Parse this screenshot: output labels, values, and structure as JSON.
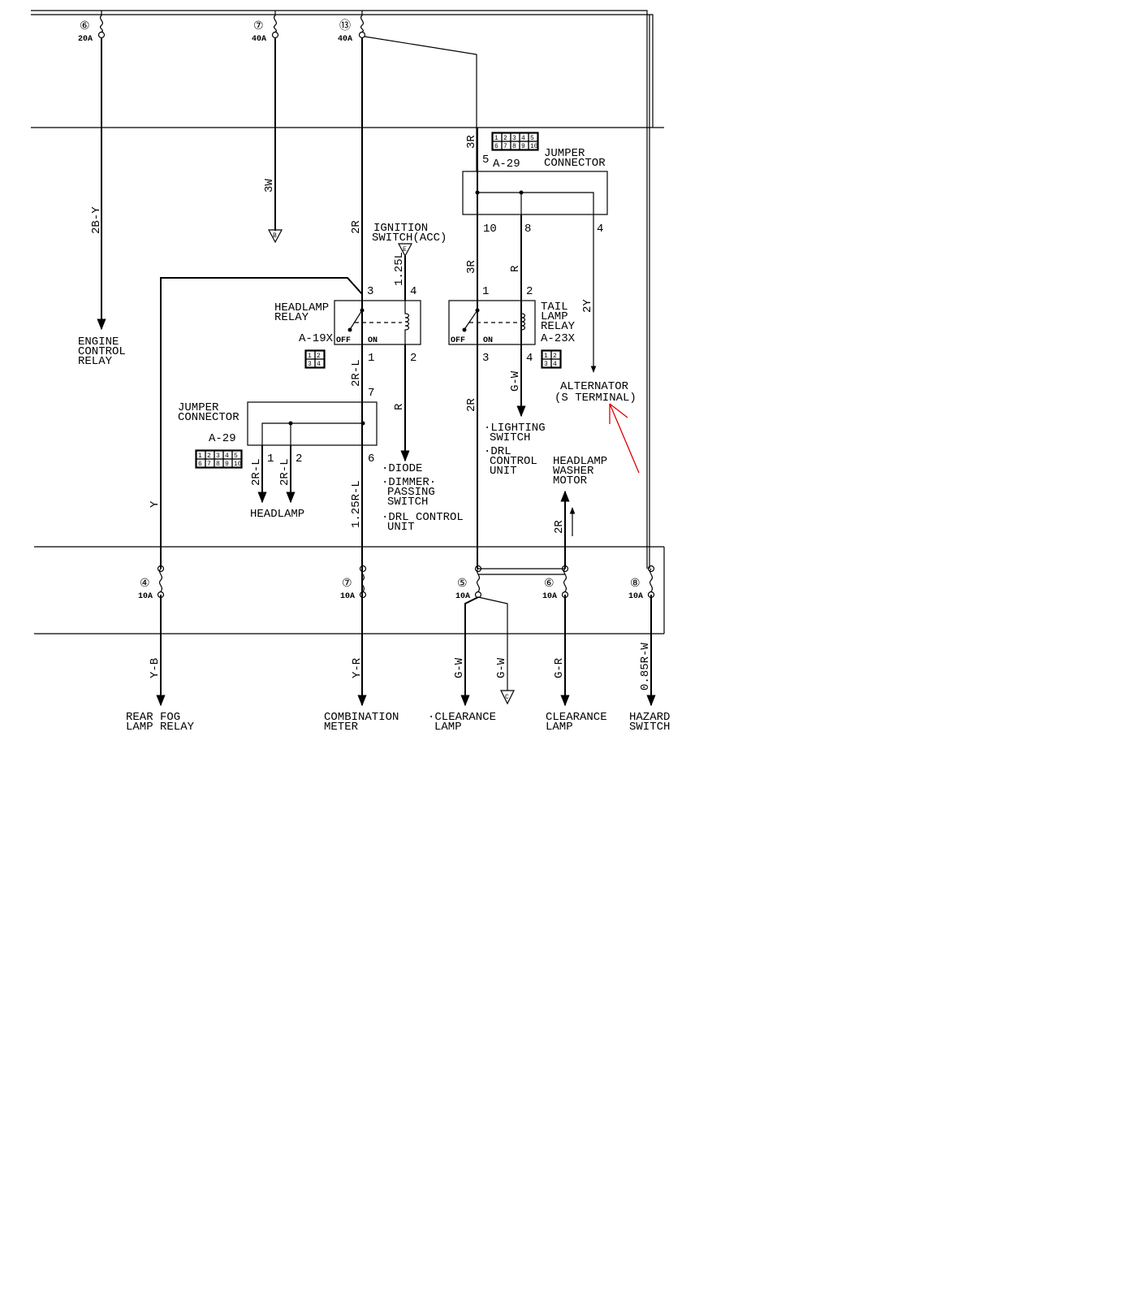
{
  "colors": {
    "line": "#000000",
    "annotation": "#e00000",
    "background": "#ffffff"
  },
  "top_fuses": [
    {
      "num": "⑥",
      "rating": "20A"
    },
    {
      "num": "⑦",
      "rating": "40A"
    },
    {
      "num": "⑬",
      "rating": "40A"
    }
  ],
  "bottom_fuses": [
    {
      "num": "④",
      "rating": "10A"
    },
    {
      "num": "⑦",
      "rating": "10A"
    },
    {
      "num": "⑤",
      "rating": "10A"
    },
    {
      "num": "⑥",
      "rating": "10A"
    },
    {
      "num": "⑧",
      "rating": "10A"
    }
  ],
  "wires": {
    "w2by": "2B-Y",
    "w3w": "3W",
    "w2r": "2R",
    "w125l": "1.25L",
    "w3r_top": "3R",
    "w3r_mid": "3R",
    "wr_mid": "R",
    "w2y": "2Y",
    "w2rl": "2R-L",
    "wr_diode": "R",
    "wgw": "G-W",
    "w2r_tail": "2R",
    "wy": "Y",
    "w2rl_1": "2R-L",
    "w2rl_2": "2R-L",
    "w125rl": "1.25R-L",
    "w2r_washer": "2R",
    "wyb": "Y-B",
    "wyr": "Y-R",
    "wgw_1": "G-W",
    "wgw_2": "G-W",
    "wgr": "G-R",
    "w085rw": "0.85R-W"
  },
  "connectors": {
    "jumper_top": {
      "line1": "JUMPER",
      "line2": "CONNECTOR",
      "id": "A-29",
      "pin_in": "5",
      "pins_out": [
        "10",
        "8",
        "4"
      ]
    },
    "jumper_left": {
      "line1": "JUMPER",
      "line2": "CONNECTOR",
      "id": "A-29",
      "pin_in": "7",
      "pins_out": [
        "1",
        "2",
        "6"
      ]
    },
    "pin_grid_10": [
      "1",
      "2",
      "3",
      "4",
      "5",
      "6",
      "7",
      "8",
      "9",
      "10"
    ],
    "pin_grid_4": [
      "1",
      "2",
      "3",
      "4"
    ]
  },
  "headlamp_relay": {
    "line1": "HEADLAMP",
    "line2": "RELAY",
    "id": "A-19X",
    "off": "OFF",
    "on": "ON",
    "pins": [
      "3",
      "4",
      "1",
      "2"
    ]
  },
  "tail_relay": {
    "line1": "TAIL",
    "line2": "LAMP",
    "line3": "RELAY",
    "id": "A-23X",
    "off": "OFF",
    "on": "ON",
    "pins": [
      "1",
      "2",
      "3",
      "4"
    ]
  },
  "ignition": {
    "line1": "IGNITION",
    "line2": "SWITCH(ACC)",
    "ref": "E"
  },
  "refs": {
    "b": "B",
    "c": "C"
  },
  "destinations": {
    "engine_control_relay": [
      "ENGINE",
      "CONTROL",
      "RELAY"
    ],
    "alternator": [
      "ALTERNATOR",
      "(S TERMINAL)"
    ],
    "headlamp": [
      "HEADLAMP"
    ],
    "diode_group": [
      "·DIODE",
      "·DIMMER·",
      "PASSING",
      "SWITCH",
      "·DRL CONTROL",
      "UNIT"
    ],
    "lighting_group": [
      "·LIGHTING",
      "SWITCH",
      "·DRL",
      "CONTROL",
      "UNIT"
    ],
    "washer": [
      "HEADLAMP",
      "WASHER",
      "MOTOR"
    ],
    "rear_fog": [
      "REAR FOG",
      "LAMP RELAY"
    ],
    "combination_meter": [
      "COMBINATION",
      "METER"
    ],
    "clearance_1": [
      "·CLEARANCE",
      "LAMP"
    ],
    "clearance_2": [
      "CLEARANCE",
      "LAMP"
    ],
    "hazard": [
      "HAZARD",
      "SWITCH"
    ]
  }
}
